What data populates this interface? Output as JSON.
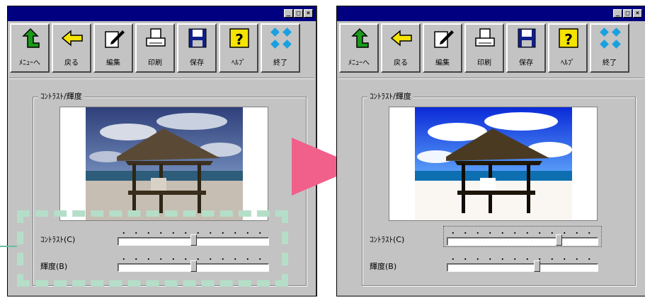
{
  "toolbar": {
    "buttons": [
      {
        "label": "ﾒﾆｭｰへ",
        "icon": "green-up-arrow-icon"
      },
      {
        "label": "戻る",
        "icon": "yellow-left-arrow-icon"
      },
      {
        "label": "編集",
        "icon": "edit-pencil-icon"
      },
      {
        "label": "印刷",
        "icon": "printer-icon"
      },
      {
        "label": "保存",
        "icon": "floppy-disk-icon"
      },
      {
        "label": "ﾍﾙﾌﾟ",
        "icon": "help-question-icon"
      },
      {
        "label": "終了",
        "icon": "exit-icon"
      }
    ]
  },
  "group_title": "ｺﾝﾄﾗｽﾄ/輝度",
  "contrast_label": "ｺﾝﾄﾗｽﾄ(C)",
  "brightness_label": "輝度(B)",
  "left_panel": {
    "contrast_level": 0.5,
    "brightness_level": 0.5
  },
  "right_panel": {
    "contrast_level": 0.75,
    "brightness_level": 0.6
  },
  "colors": {
    "titlebar": "#000080",
    "window_face": "#c3c3c3",
    "highlight_dash": "#b5dec8",
    "arrow": "#f0608a"
  }
}
